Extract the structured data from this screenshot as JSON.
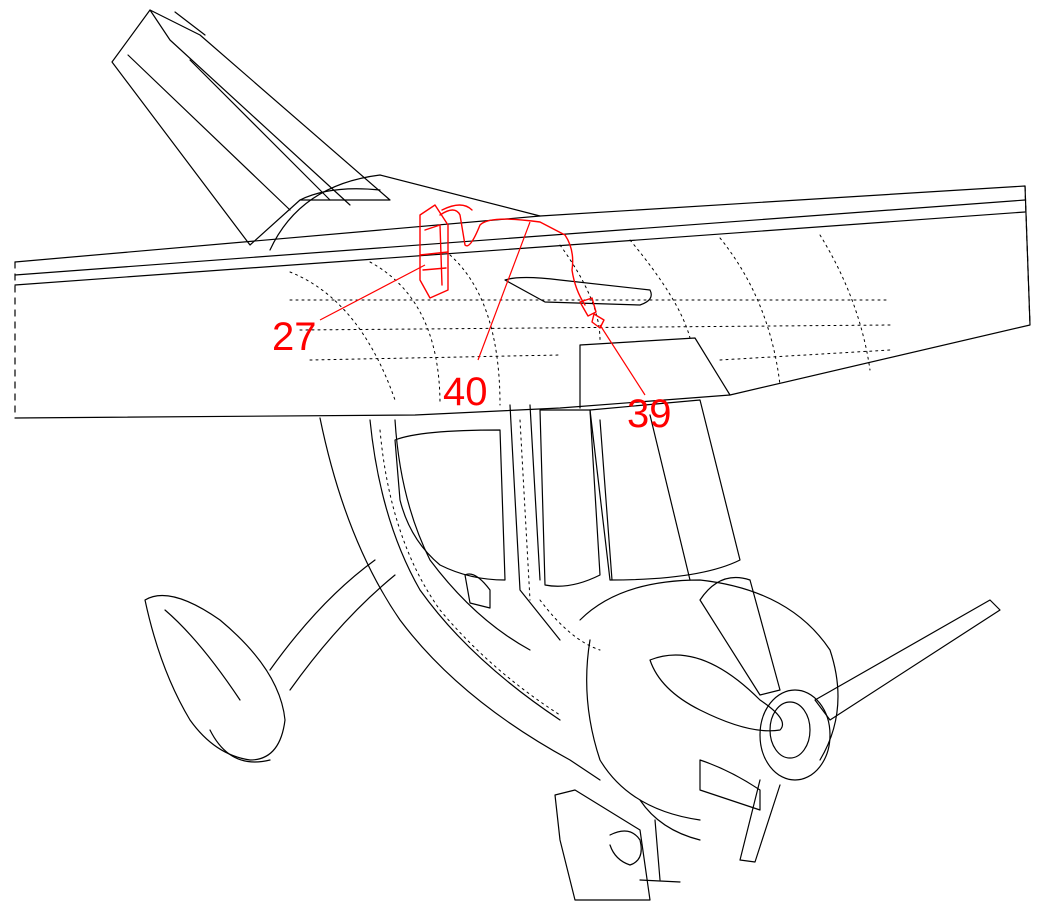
{
  "colors": {
    "line": "#000000",
    "callout": "#ff0000",
    "background": "#ffffff"
  },
  "callouts": [
    {
      "id": "callout-27",
      "label": "27"
    },
    {
      "id": "callout-40",
      "label": "40"
    },
    {
      "id": "callout-39",
      "label": "39"
    }
  ]
}
